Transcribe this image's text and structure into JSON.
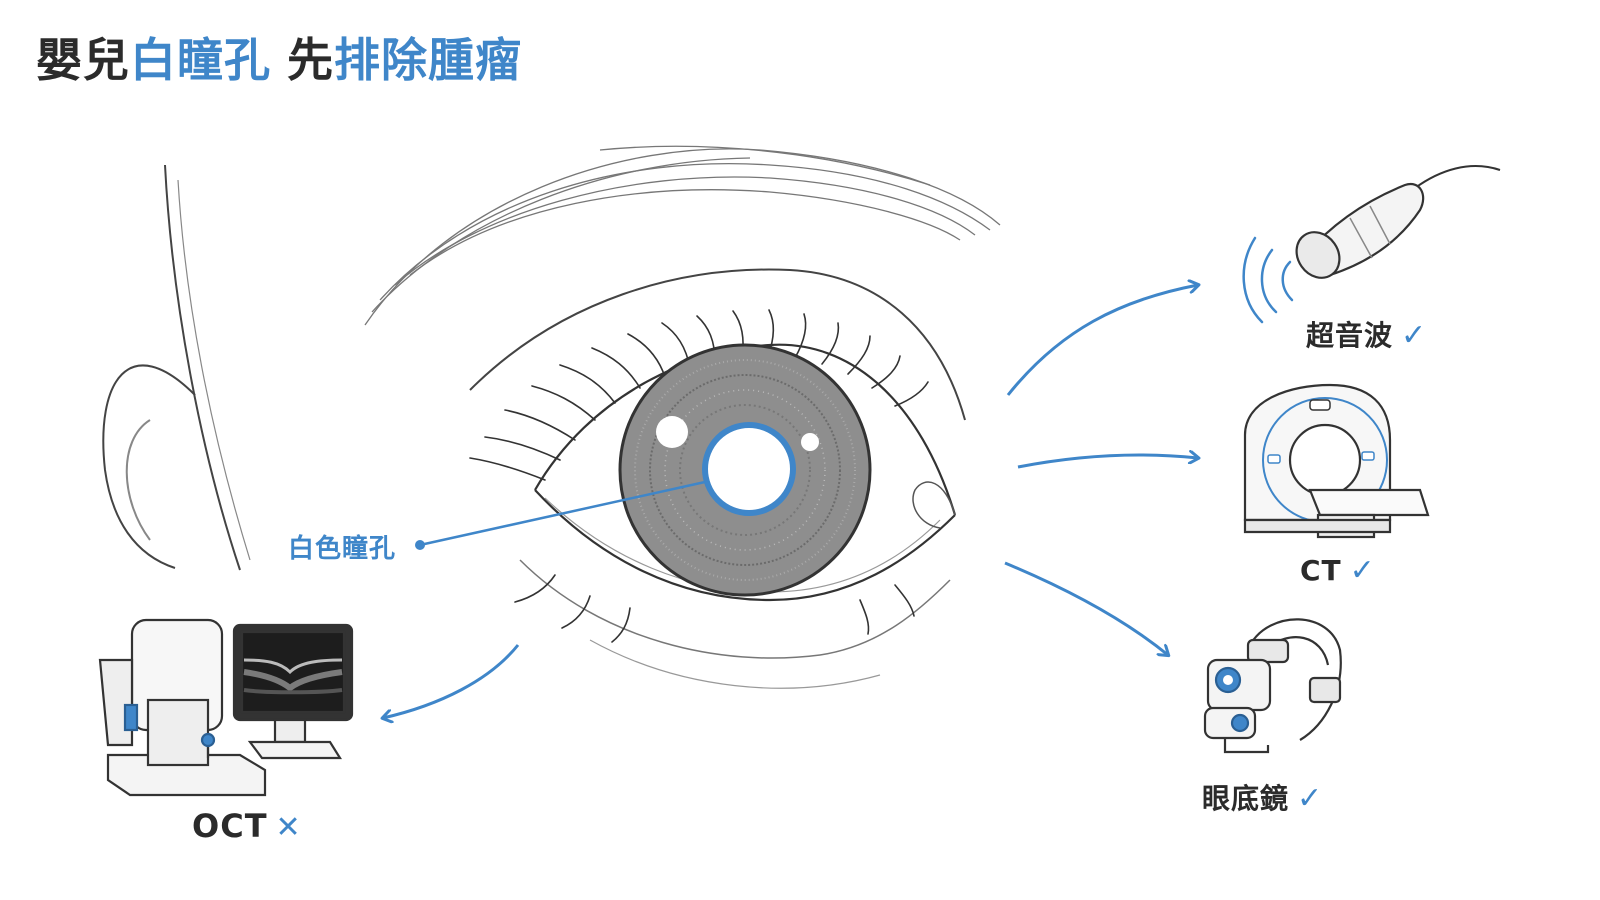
{
  "title": {
    "part1": "嬰兒",
    "part2": "白瞳孔",
    "part3": "先",
    "part4": "排除腫瘤"
  },
  "pupil_label": "白色瞳孔",
  "tests": [
    {
      "name": "超音波",
      "mark": "✓"
    },
    {
      "name": "CT",
      "mark": "✓"
    },
    {
      "name": "眼底鏡",
      "mark": "✓"
    },
    {
      "name": "OCT",
      "mark": "✕"
    }
  ],
  "colors": {
    "accent": "#3f86c9",
    "ink": "#2b2b2b",
    "line": "#555555"
  }
}
